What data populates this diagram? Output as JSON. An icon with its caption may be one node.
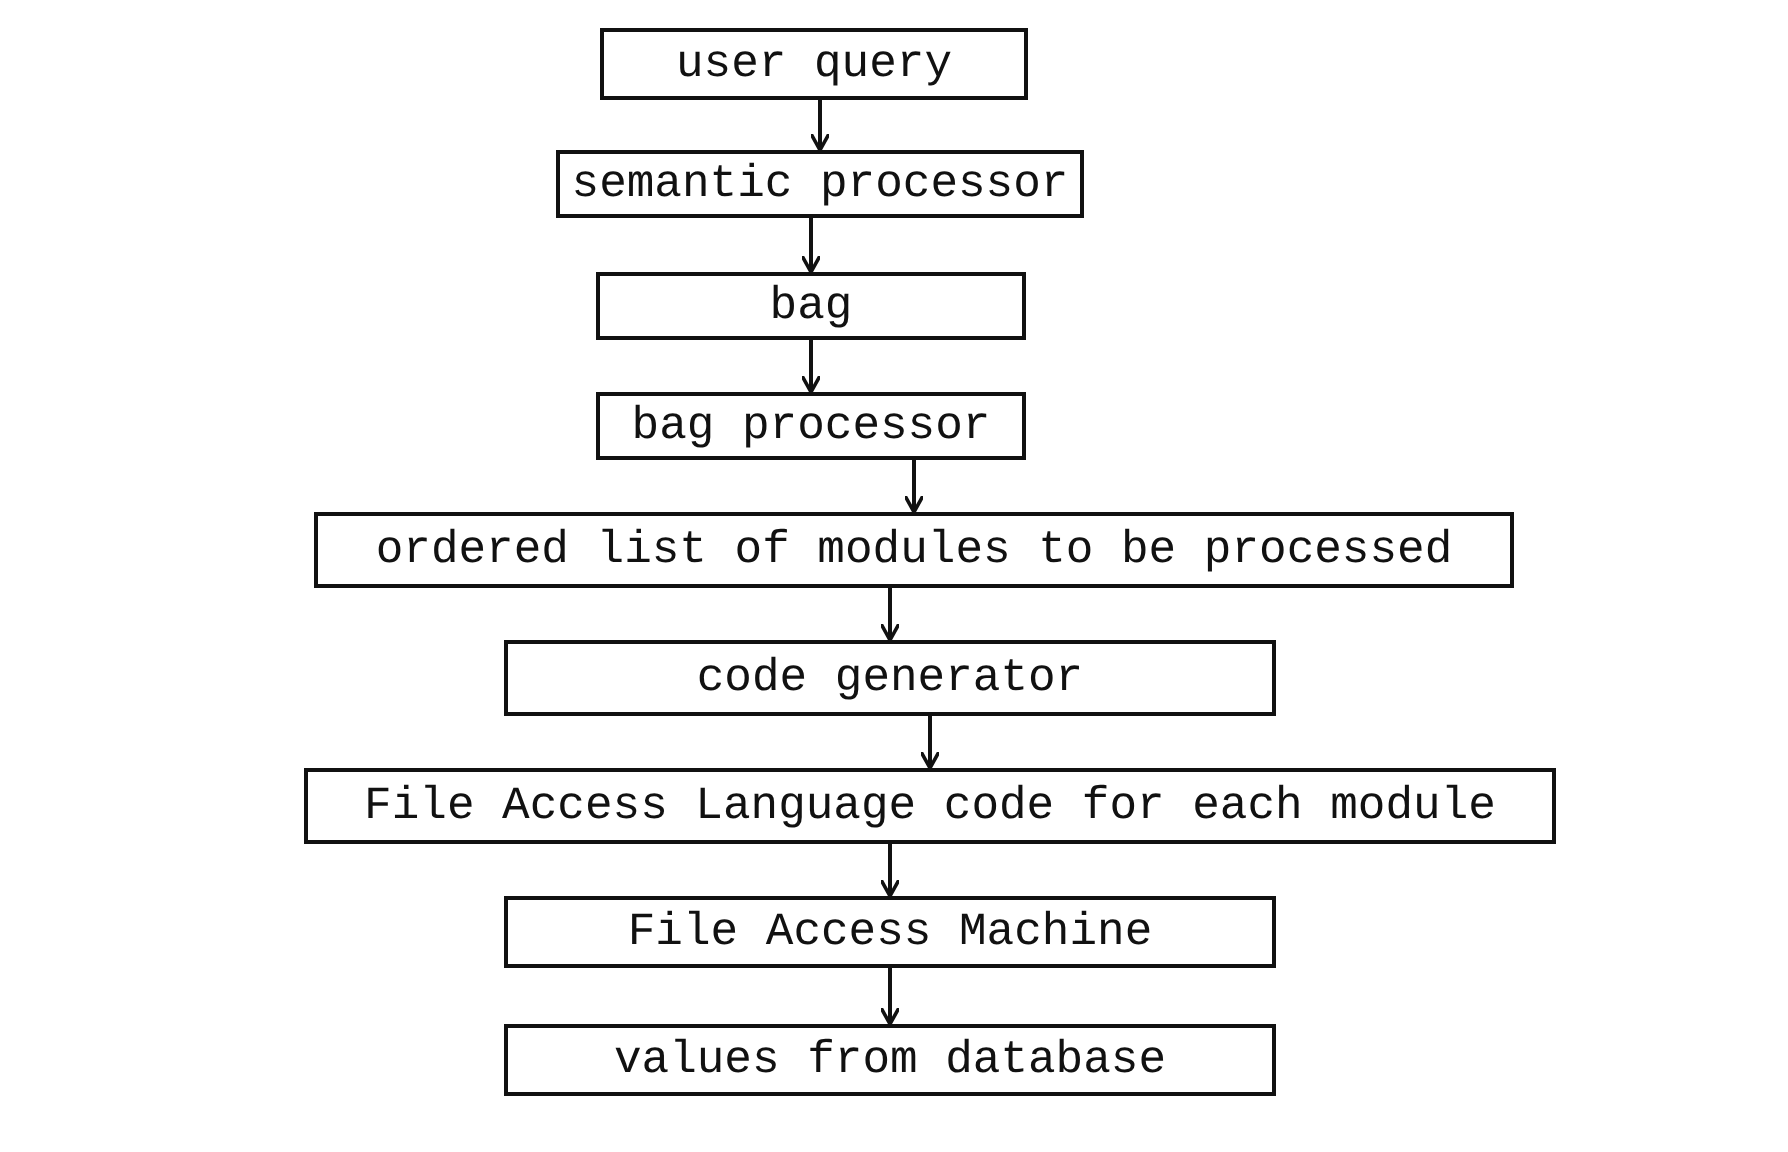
{
  "diagram": {
    "nodes": [
      {
        "text": [
          "user query"
        ]
      },
      {
        "text": [
          "semantic processor"
        ]
      },
      {
        "text": [
          "bag"
        ]
      },
      {
        "text": [
          "bag processor"
        ]
      },
      {
        "text": [
          "ordered list of modules to be processed"
        ]
      },
      {
        "text": [
          "code generator"
        ]
      },
      {
        "text": [
          "File Access Language code for each module"
        ]
      },
      {
        "text": [
          "File Access Machine"
        ]
      },
      {
        "text": [
          "values from database"
        ]
      }
    ],
    "edges": [
      {
        "from": 0,
        "to": 1,
        "arrow": "to"
      },
      {
        "from": 1,
        "to": 2,
        "arrow": "to"
      },
      {
        "from": 2,
        "to": 3,
        "arrow": "to"
      },
      {
        "from": 3,
        "to": 4,
        "arrow": "to"
      },
      {
        "from": 4,
        "to": 5,
        "arrow": "to"
      },
      {
        "from": 5,
        "to": 6,
        "arrow": "to"
      },
      {
        "from": 6,
        "to": 7,
        "arrow": "to"
      },
      {
        "from": 7,
        "to": 8,
        "arrow": "to"
      }
    ]
  }
}
